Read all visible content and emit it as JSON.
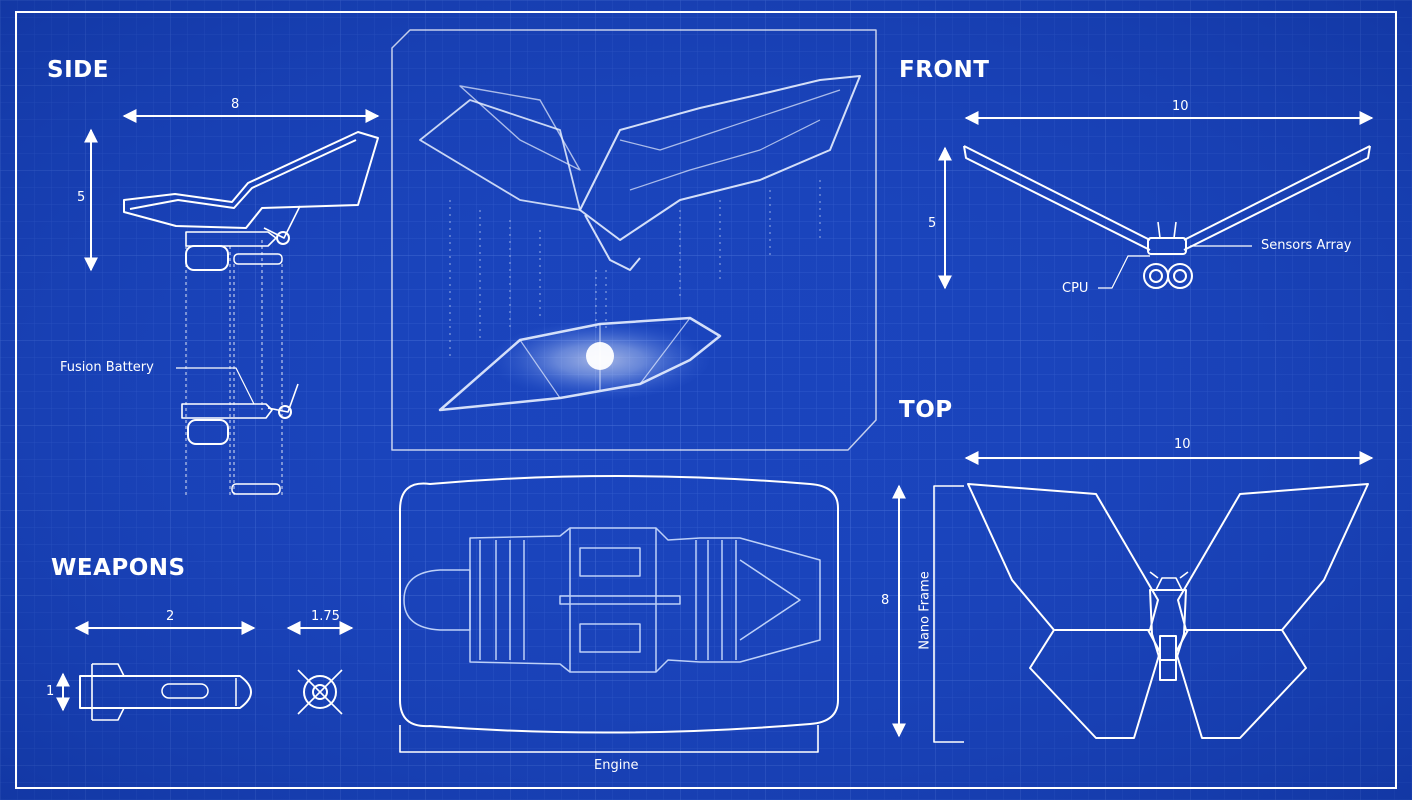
{
  "sections": {
    "side": "SIDE",
    "front": "FRONT",
    "top": "TOP",
    "weapons": "WEAPONS"
  },
  "side": {
    "width_dim": "8",
    "height_dim": "5",
    "callout": "Fusion Battery"
  },
  "front": {
    "width_dim": "10",
    "height_dim": "5",
    "callout_sensors": "Sensors Array",
    "callout_cpu": "CPU"
  },
  "top": {
    "width_dim": "10",
    "height_dim": "8",
    "frame_label": "Nano Frame"
  },
  "weapons": {
    "length_dim": "2",
    "diameter_dim": "1.75",
    "height_dim": "1"
  },
  "engine": {
    "label": "Engine"
  },
  "colors": {
    "background": "#1840b8",
    "grid": "#4a70d8",
    "line": "#ffffff"
  }
}
